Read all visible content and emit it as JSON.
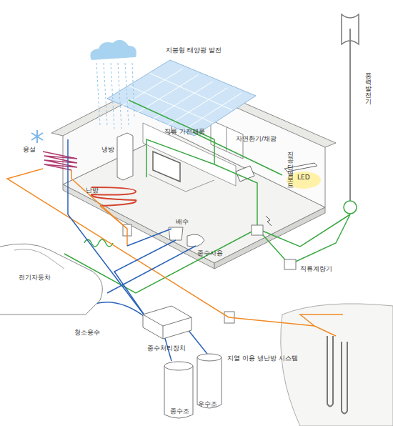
{
  "diagram": {
    "labels": [
      "지붕형 태양광 발전",
      "풍력발전기",
      "직류 가전제품",
      "자연환기/채광",
      "진공단열보드",
      "LED",
      "냉방",
      "융설",
      "난방",
      "배수",
      "중수사용",
      "직류계량기",
      "전기자동차",
      "청소용수",
      "중수처리장치",
      "지열 이용 냉난방 시스템",
      "중수조",
      "우수조"
    ]
  }
}
